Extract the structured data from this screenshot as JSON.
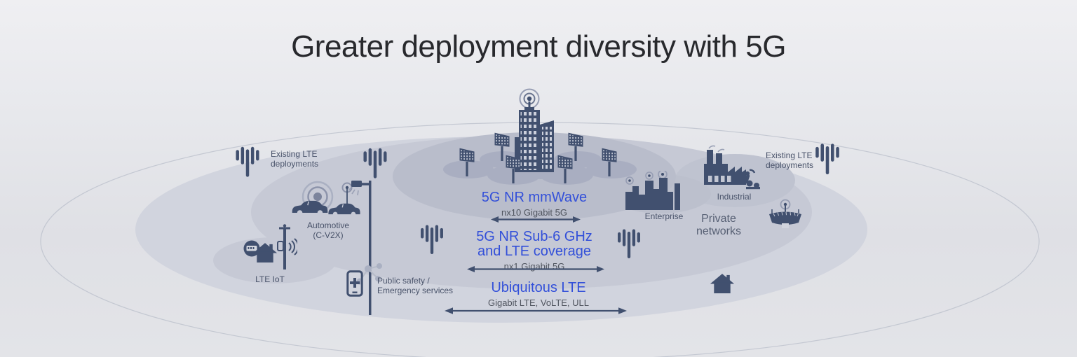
{
  "title": "Greater deployment diversity with 5G",
  "theme": {
    "accent_blue": "#3350d9",
    "icon_color": "#41506f",
    "icon_soft": "#969db3",
    "label_color": "#49536a",
    "sublabel_color": "#50555f",
    "title_color": "#28292d",
    "zone_outer": "#d1d4de",
    "zone_mid": "#c6c9d5",
    "zone_inner": "#b9bdcb",
    "zone_cell": "#a9aec1"
  },
  "tiers": [
    {
      "line1": "5G NR mmWave",
      "sub": "nx10 Gigabit 5G"
    },
    {
      "line1": "5G NR Sub-6 GHz",
      "line2": "and LTE coverage",
      "sub": "nx1 Gigabit 5G"
    },
    {
      "line1": "Ubiquitous LTE",
      "sub": "Gigabit LTE, VoLTE, ULL"
    }
  ],
  "labels": {
    "existing_lte_left": {
      "line1": "Existing LTE",
      "line2": "deployments"
    },
    "existing_lte_right": {
      "line1": "Existing LTE",
      "line2": "deployments"
    },
    "automotive": {
      "line1": "Automotive",
      "line2": "(C-V2X)"
    },
    "lte_iot": "LTE IoT",
    "public_safety": {
      "line1": "Public safety /",
      "line2": "Emergency services"
    },
    "enterprise": "Enterprise",
    "industrial": "Industrial",
    "private_networks": {
      "line1": "Private",
      "line2": "networks"
    }
  }
}
